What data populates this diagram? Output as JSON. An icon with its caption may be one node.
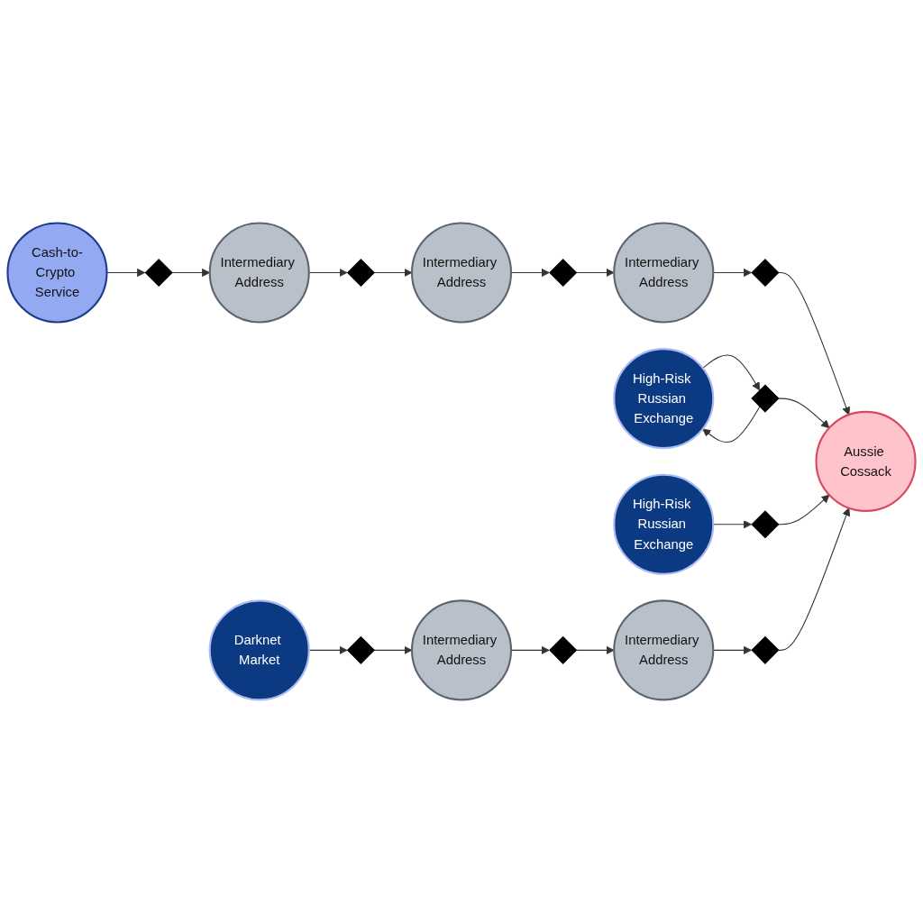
{
  "diagram": {
    "nodes": [
      {
        "text": [
          "Cash-to-Crypto Service"
        ]
      },
      {
        "text": [],
        "shape": "diamond"
      },
      {
        "text": [
          "Intermediary Address"
        ]
      },
      {
        "text": [],
        "shape": "diamond"
      },
      {
        "text": [
          "Intermediary Address"
        ]
      },
      {
        "text": [],
        "shape": "diamond"
      },
      {
        "text": [
          "Intermediary Address"
        ]
      },
      {
        "text": [],
        "shape": "diamond"
      },
      {
        "text": [
          "High-Risk Russian Exchange"
        ]
      },
      {
        "text": [],
        "shape": "diamond"
      },
      {
        "text": [
          "Aussie Cossack"
        ]
      },
      {
        "text": [
          "High-Risk Russian Exchange"
        ]
      },
      {
        "text": [],
        "shape": "diamond"
      },
      {
        "text": [
          "Darknet Market"
        ]
      },
      {
        "text": [],
        "shape": "diamond"
      },
      {
        "text": [
          "Intermediary Address"
        ]
      },
      {
        "text": [],
        "shape": "diamond"
      },
      {
        "text": [
          "Intermediary Address"
        ]
      },
      {
        "text": [],
        "shape": "diamond"
      }
    ],
    "edges": [
      {
        "from": 0,
        "to": 1,
        "arrow": "to"
      },
      {
        "from": 1,
        "to": 2,
        "arrow": "to"
      },
      {
        "from": 2,
        "to": 3,
        "arrow": "to"
      },
      {
        "from": 3,
        "to": 4,
        "arrow": "to"
      },
      {
        "from": 4,
        "to": 5,
        "arrow": "to"
      },
      {
        "from": 5,
        "to": 6,
        "arrow": "to"
      },
      {
        "from": 6,
        "to": 7,
        "arrow": "to"
      },
      {
        "from": 7,
        "to": 10,
        "arrow": "to"
      },
      {
        "from": 8,
        "to": 9,
        "arrow": "to"
      },
      {
        "from": 9,
        "to": 8,
        "arrow": "to"
      },
      {
        "from": 9,
        "to": 10,
        "arrow": "to"
      },
      {
        "from": 11,
        "to": 12,
        "arrow": "to"
      },
      {
        "from": 12,
        "to": 10,
        "arrow": "to"
      },
      {
        "from": 13,
        "to": 14,
        "arrow": "to"
      },
      {
        "from": 14,
        "to": 15,
        "arrow": "to"
      },
      {
        "from": 15,
        "to": 16,
        "arrow": "to"
      },
      {
        "from": 16,
        "to": 17,
        "arrow": "to"
      },
      {
        "from": 17,
        "to": 18,
        "arrow": "to"
      },
      {
        "from": 18,
        "to": 10,
        "arrow": "to"
      }
    ]
  }
}
